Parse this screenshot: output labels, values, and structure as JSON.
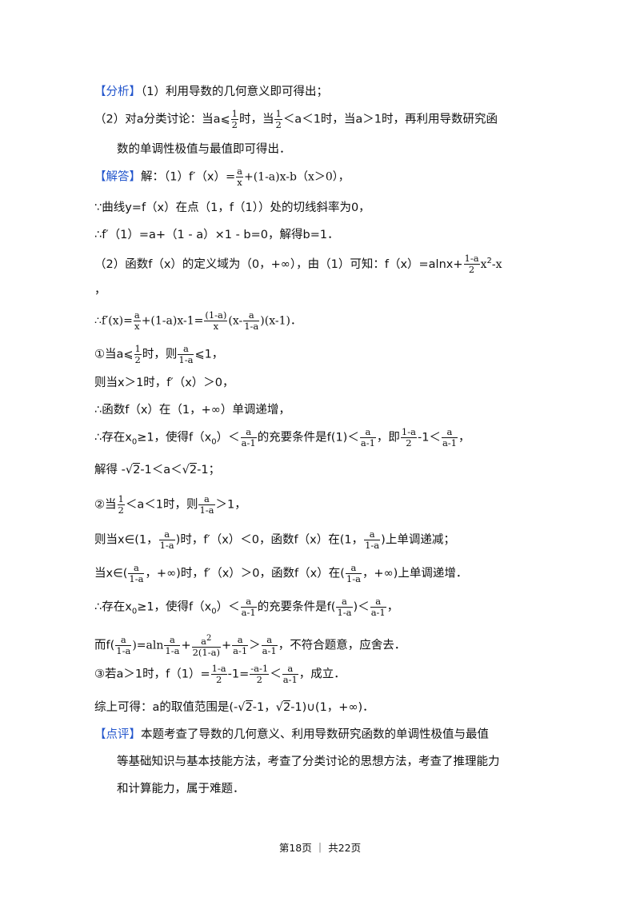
{
  "analysis": {
    "tag": "【分析】",
    "line1": "（1）利用导数的几何意义即可得出；",
    "line2a": "（2）对a分类讨论：当a⩽",
    "line2b": "时，当",
    "line2c": "＜a＜1时，当a＞1时，再利用导数研究函",
    "line3": "数的单调性极值与最值即可得出．"
  },
  "answer": {
    "tag": "【解答】",
    "l1a": "解：（1）f′（x）=",
    "l1b": "+(1-a)x-b（x＞0），",
    "l2": "∵曲线y=f（x）在点（1，f（1））处的切线斜率为0，",
    "l3": "∴f′（1）=a+（1 - a）×1 - b=0，解得b=1．",
    "l4a": "（2）函数f（x）的定义域为（0，+∞），由（1）可知：f（x）=alnx+",
    "l4b": "x",
    "l4c": "2",
    "l4d": "-x",
    "l5": "，",
    "l6a": "∴f′(x)=",
    "l6b": "+(1-a)x-1=",
    "l6c": "(x-",
    "l6d": ")(x-1)．",
    "c1a": "①当a⩽",
    "c1b": "时，则",
    "c1c": "⩽1，",
    "c1d": "则当x＞1时，f′（x）＞0，",
    "c1e": "∴函数f（x）在（1，+∞）单调递增，",
    "c1f1": "∴存在x",
    "c1f2": "0",
    "c1f3": "≥1，使得f（x",
    "c1f4": "0",
    "c1f5": "）＜",
    "c1f6": "的充要条件是f(1)＜",
    "c1f7": "，即",
    "c1f8": "-1＜",
    "c1f9": "，",
    "c1g1": "解得 -√",
    "c1g2": "2",
    "c1g3": "-1＜a＜√",
    "c1g4": "2",
    "c1g5": "-1；",
    "c2a": "②当",
    "c2b": "＜a＜1时，则",
    "c2c": "＞1，",
    "c2d1": "则当x∈(1，",
    "c2d2": ")时，f′（x）＜0，函数f（x）在(1，",
    "c2d3": ")上单调递减；",
    "c2e1": "当x∈(",
    "c2e2": "，+∞)时，f′（x）＞0，函数f（x）在(",
    "c2e3": "，+∞)上单调递增．",
    "c2f1": "∴存在x",
    "c2f2": "0",
    "c2f3": "≥1，使得f（x",
    "c2f4": "0",
    "c2f5": "）＜",
    "c2f6": "的充要条件是f(",
    "c2f7": ")＜",
    "c2f8": "，",
    "c2g1": "而f(",
    "c2g2": ")=aln",
    "c2g3": "+",
    "c2g4": "+",
    "c2g5": "＞",
    "c2g6": "，不符合题意，应舍去．",
    "c3a": "③若a＞1时，f（1）=",
    "c3b": "-1=",
    "c3c": "＜",
    "c3d": "，成立．",
    "sum1": "综上可得：a的取值范围是(-√",
    "sum2": "2",
    "sum3": "-1，√",
    "sum4": "2",
    "sum5": "-1)∪(1，+∞)．"
  },
  "fractions": {
    "half_n": "1",
    "half_d": "2",
    "a_over_x_n": "a",
    "a_over_x_d": "x",
    "oneminusa_over2_n": "1-a",
    "oneminusa_over2_d": "2",
    "oneminusa_over_x_n": "(1-a)",
    "oneminusa_over_x_d": "x",
    "a_over_1minusa_n": "a",
    "a_over_1minusa_d": "1-a",
    "a_over_aminus1_n": "a",
    "a_over_aminus1_d": "a-1",
    "a2_over_2_1minusa_n": "a",
    "a2_over_2_1minusa_sup": "2",
    "a2_over_2_1minusa_d": "2(1-a)",
    "neg_aminus1_over2_n": "-a-1",
    "neg_aminus1_over2_d": "2"
  },
  "review": {
    "tag": "【点评】",
    "line1": "本题考查了导数的几何意义、利用导数研究函数的单调性极值与最值",
    "line2": "等基础知识与基本技能方法，考查了分类讨论的思想方法，考查了推理能力",
    "line3": "和计算能力，属于难题．"
  },
  "footer": {
    "text1": "第",
    "page": "18",
    "text2": "页 ｜ 共",
    "total": "22",
    "text3": "页"
  },
  "colors": {
    "tag": "#2255cc",
    "text": "#111111"
  }
}
